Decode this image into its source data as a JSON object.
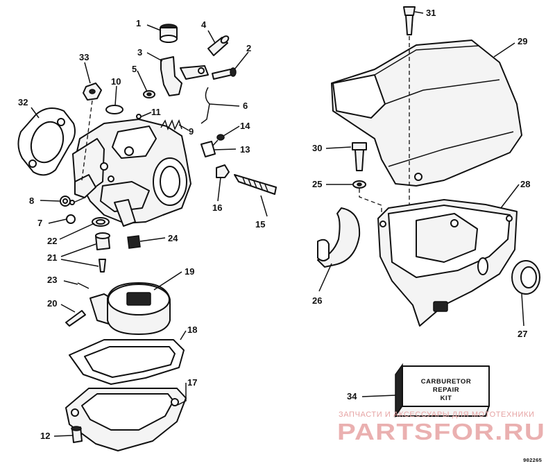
{
  "diagram": {
    "part_labels": [
      "1",
      "2",
      "3",
      "4",
      "5",
      "6",
      "7",
      "8",
      "9",
      "10",
      "11",
      "12",
      "13",
      "14",
      "15",
      "16",
      "17",
      "18",
      "19",
      "20",
      "21",
      "22",
      "23",
      "24",
      "25",
      "26",
      "27",
      "28",
      "29",
      "30",
      "31",
      "32",
      "33",
      "34"
    ],
    "kit_box": {
      "line1": "CARBURETOR",
      "line2": "REPAIR",
      "line3": "KIT"
    },
    "drawing_code": "902265"
  },
  "watermark": {
    "tagline": "ЗАПЧАСТИ И АКСЕССУАРЫ ДЛЯ МОТОТЕХНИКИ",
    "brand": "PARTSFOR.RU",
    "color": "#e6a3a3"
  }
}
